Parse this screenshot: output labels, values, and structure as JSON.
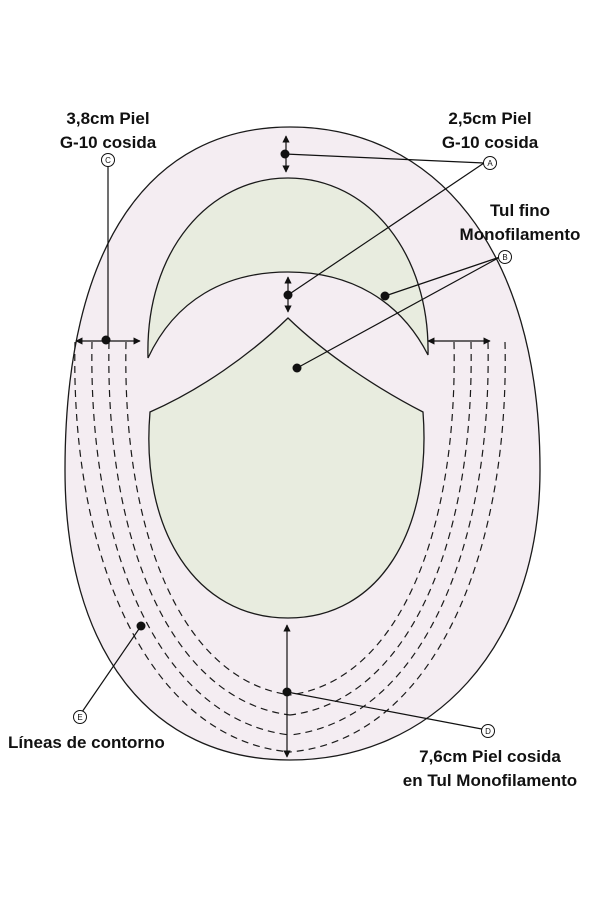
{
  "labels": {
    "c_top": [
      "3,8cm Piel",
      "G-10 cosida"
    ],
    "a_top": [
      "2,5cm Piel",
      "G-10 cosida"
    ],
    "b": [
      "Tul fino",
      "Monofilamento"
    ],
    "e": [
      "Líneas de contorno"
    ],
    "d": [
      "7,6cm Piel cosida",
      "en Tul Monofilamento"
    ]
  },
  "markers": [
    "A",
    "B",
    "C",
    "D",
    "E"
  ],
  "colors": {
    "outer_fill": "#f4edf2",
    "inner_fill": "#e8ecdf",
    "line": "#1a1a1a"
  }
}
